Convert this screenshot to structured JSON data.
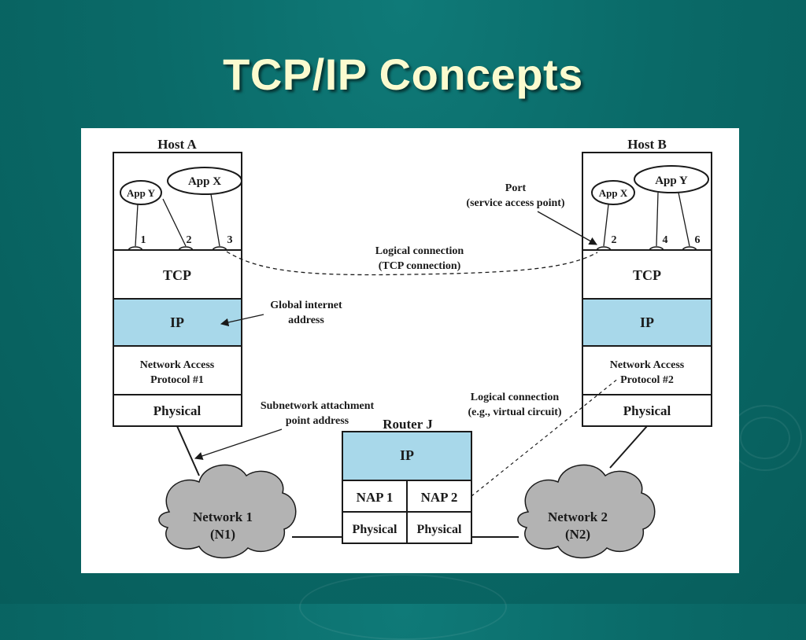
{
  "slide": {
    "title": "TCP/IP Concepts"
  },
  "diagram": {
    "host_a": {
      "title": "Host A",
      "app_y": "App Y",
      "app_x": "App X",
      "ports": [
        "1",
        "2",
        "3"
      ],
      "tcp": "TCP",
      "ip": "IP",
      "nap_line1": "Network Access",
      "nap_line2": "Protocol #1",
      "physical": "Physical"
    },
    "host_b": {
      "title": "Host B",
      "app_x": "App X",
      "app_y": "App Y",
      "ports": [
        "2",
        "4",
        "6"
      ],
      "tcp": "TCP",
      "ip": "IP",
      "nap_line1": "Network Access",
      "nap_line2": "Protocol #2",
      "physical": "Physical"
    },
    "router": {
      "title": "Router J",
      "ip": "IP",
      "nap1": "NAP 1",
      "nap2": "NAP 2",
      "physical_left": "Physical",
      "physical_right": "Physical"
    },
    "networks": {
      "n1_line1": "Network 1",
      "n1_line2": "(N1)",
      "n2_line1": "Network 2",
      "n2_line2": "(N2)"
    },
    "labels": {
      "port_line1": "Port",
      "port_line2": "(service access point)",
      "logical_tcp_line1": "Logical connection",
      "logical_tcp_line2": "(TCP connection)",
      "global_line1": "Global internet",
      "global_line2": "address",
      "subnet_line1": "Subnetwork attachment",
      "subnet_line2": "point address",
      "logical_vc_line1": "Logical connection",
      "logical_vc_line2": "(e.g., virtual circuit)"
    },
    "colors": {
      "ip_fill": "#a8d8ea",
      "cloud_fill": "#b3b3b3",
      "slide_bg": "#0a6a68",
      "title_color": "#fbfbcf"
    }
  }
}
